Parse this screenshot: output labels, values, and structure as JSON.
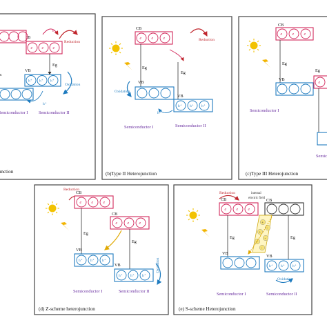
{
  "labels": {
    "cb": "CB",
    "vb": "VB",
    "eg": "Eg",
    "electron": "e",
    "hole": "h⁺",
    "reduction": "Reduction",
    "oxidation": "Oxidation",
    "semiconductor_1": "Semiconductor I",
    "semiconductor_2": "Semiconductor II",
    "internal_field_1": "internal",
    "internal_field_2": "electric field",
    "plus": "+",
    "minus": "-"
  },
  "panels": {
    "a": {
      "caption": "(a)Type I Heterojunction"
    },
    "b": {
      "caption": "(b)Type II Heterojunction"
    },
    "c": {
      "caption": "(c)Type III Heterojunction"
    },
    "d": {
      "caption": "(d) Z-scheme heterojunction"
    },
    "e": {
      "caption": "(e) S-scheme Heterojunction"
    }
  },
  "colors": {
    "cb_band": "#d2265a",
    "vb_band": "#1e7bbf",
    "reduction": "#c0262d",
    "oxidation": "#1e7bbf",
    "semiconductor_label": "#6a2fa0",
    "sun": "#f2c200",
    "bolt": "#f2b400",
    "panel_border": "#444444"
  },
  "icons": [
    "sun-icon",
    "lightning-icon",
    "electron-icon",
    "hole-icon"
  ]
}
